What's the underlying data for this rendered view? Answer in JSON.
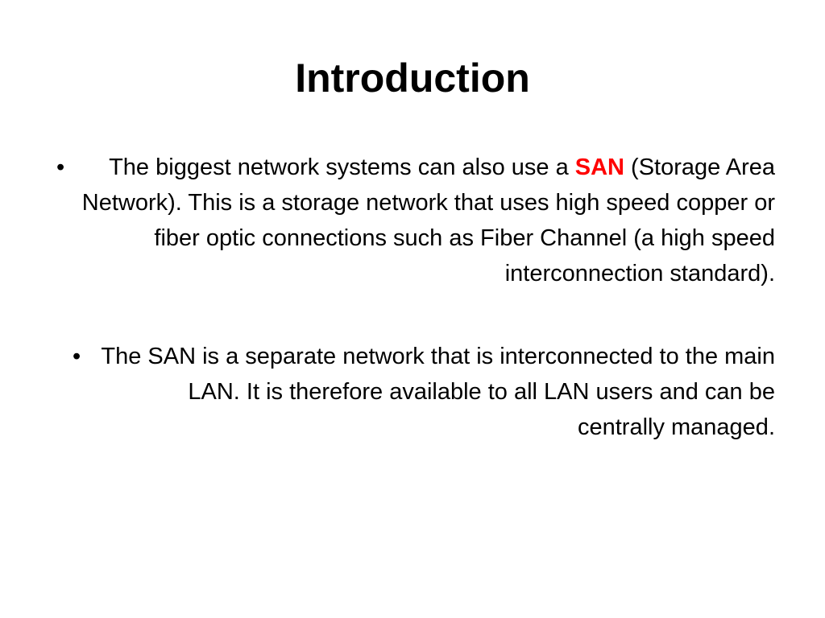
{
  "slide": {
    "title": "Introduction",
    "accent_color": "#ff0000",
    "bullet_symbol": "•",
    "bullets": [
      {
        "before": "The biggest network systems can also use a ",
        "highlight": "SAN",
        "after": " (Storage Area Network). This is a storage network that uses high speed copper or fiber optic connections such as Fiber Channel (a high speed interconnection standard)."
      },
      {
        "text": "The SAN is a separate network that is interconnected to the main LAN. It is therefore available to all LAN users and can be centrally managed."
      }
    ]
  }
}
